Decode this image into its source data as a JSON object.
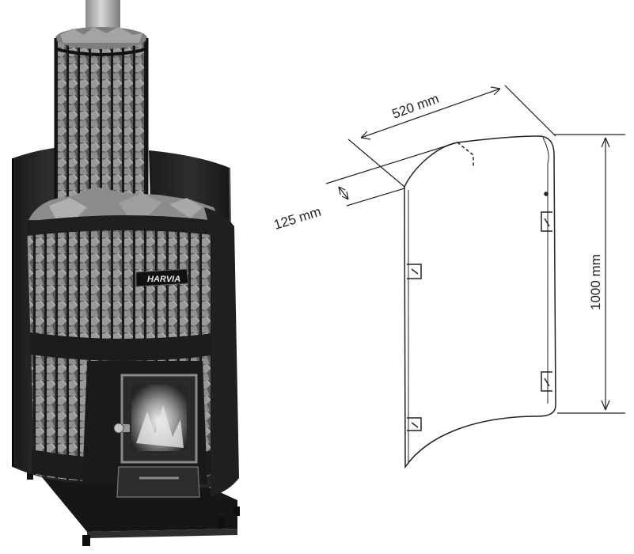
{
  "product": {
    "brand_plate": "HARVIA"
  },
  "diagram": {
    "width_label": "520 mm",
    "depth_label": "125 mm",
    "height_label": "1000 mm"
  },
  "colors": {
    "metal_dark": "#1c1c1c",
    "metal_mid": "#3a3a3a",
    "stone_light": "#8a8a8a",
    "stone_dark": "#4a4a4a",
    "line": "#222222",
    "background": "#ffffff"
  }
}
